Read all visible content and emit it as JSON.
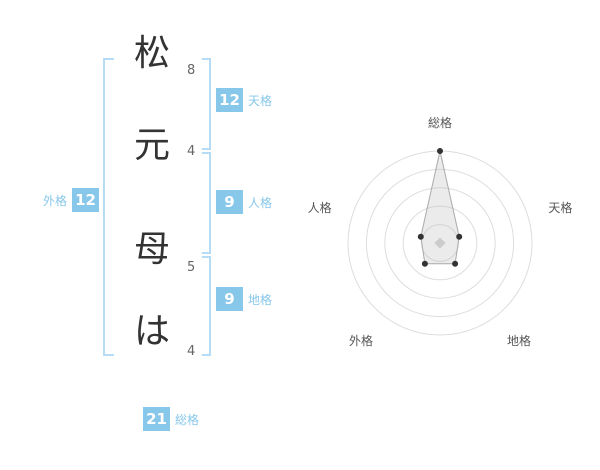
{
  "name": {
    "characters": [
      {
        "char": "松",
        "strokes": "8"
      },
      {
        "char": "元",
        "strokes": "4"
      },
      {
        "char": "母",
        "strokes": "5"
      },
      {
        "char": "は",
        "strokes": "4"
      }
    ]
  },
  "kaku": {
    "tenkaku": {
      "value": "12",
      "label": "天格"
    },
    "jinkaku": {
      "value": "9",
      "label": "人格"
    },
    "chikaku": {
      "value": "9",
      "label": "地格"
    },
    "gaikaku": {
      "value": "12",
      "label": "外格"
    },
    "soukaku": {
      "value": "21",
      "label": "総格"
    }
  },
  "colors": {
    "badge_bg": "#87c7ea",
    "label_text": "#87c7ea",
    "bracket": "#b5dcf4",
    "kanji": "#333333",
    "stroke_count": "#666666",
    "ring": "#dddddd",
    "polygon_fill": "rgba(190,190,190,0.3)",
    "polygon_stroke": "#aaaaaa",
    "point": "#333333",
    "center_marker": "#cccccc",
    "axis_label": "#555555"
  },
  "chart_data": {
    "type": "radar",
    "title": "",
    "categories": [
      "総格",
      "天格",
      "地格",
      "外格",
      "人格"
    ],
    "values": [
      100,
      22,
      28,
      28,
      22
    ],
    "max": 100,
    "rings": 5,
    "grid": "concentric-circles",
    "legend": "none"
  }
}
